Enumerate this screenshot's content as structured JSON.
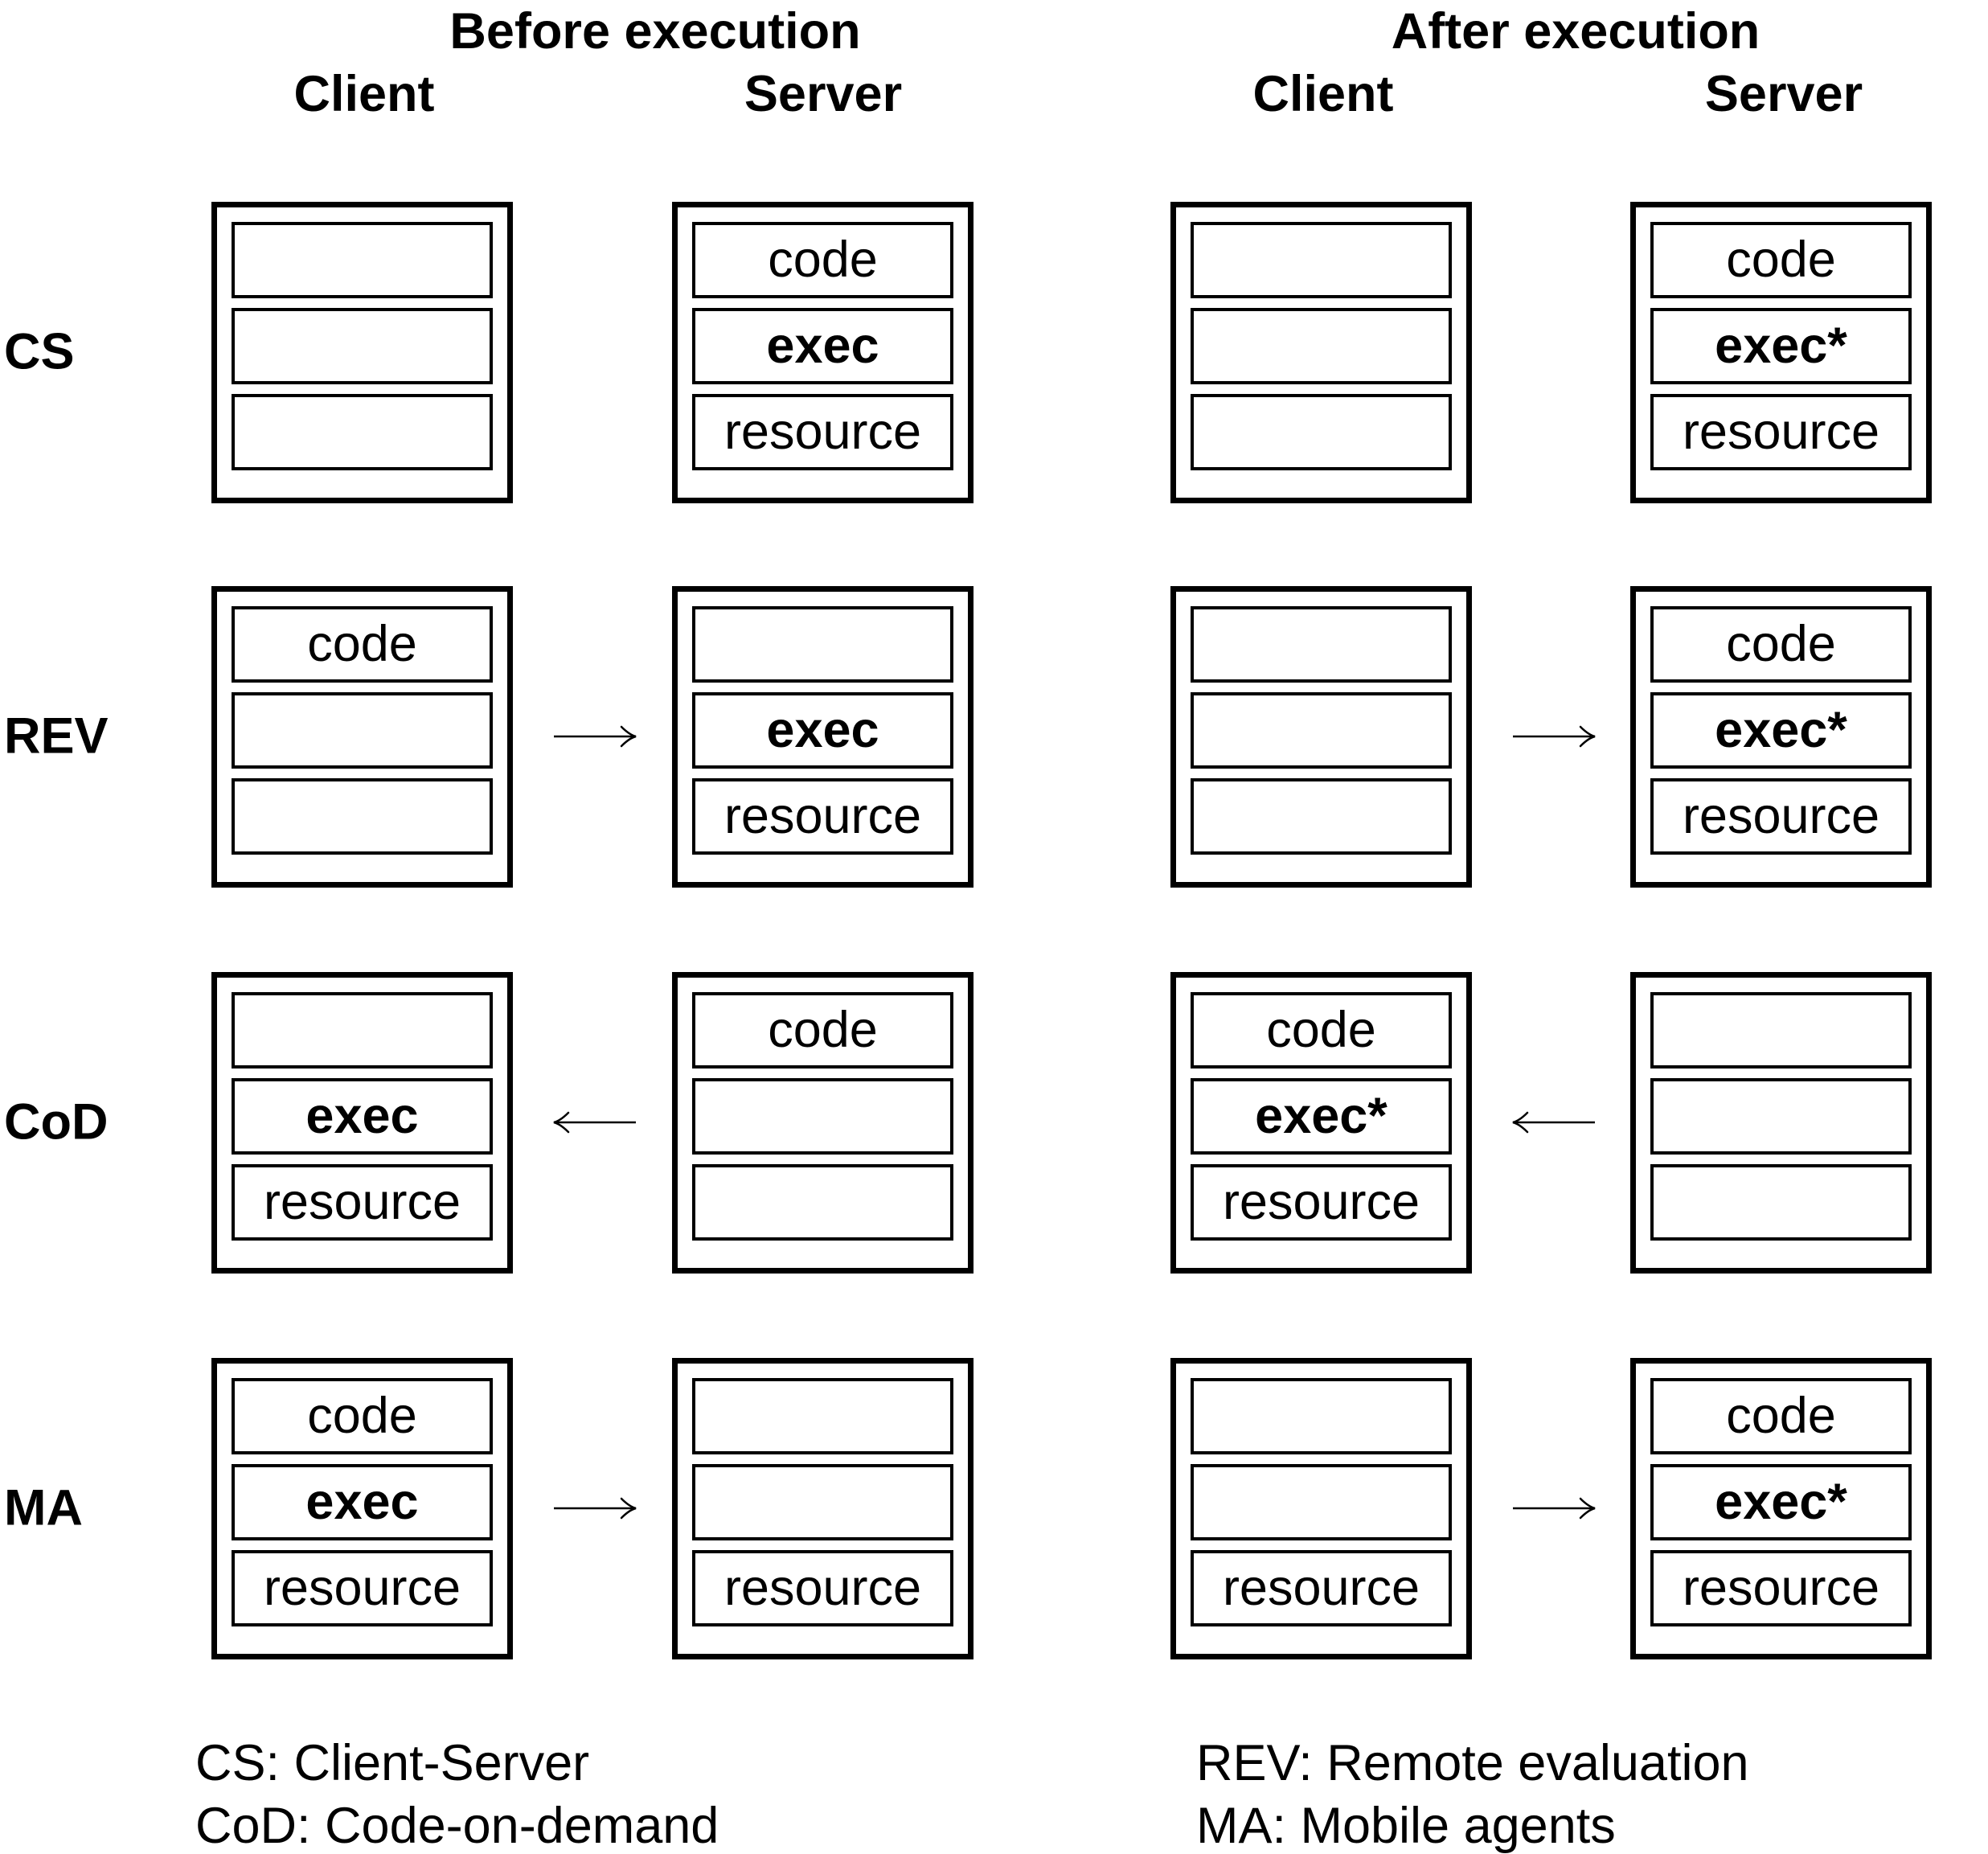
{
  "headers": {
    "before": "Before execution",
    "after": "After execution",
    "client": "Client",
    "server": "Server"
  },
  "rows": [
    {
      "label": "CS",
      "arrow": "none",
      "before_client": [
        "",
        "",
        ""
      ],
      "before_server": [
        "code",
        "exec",
        "resource"
      ],
      "after_client": [
        "",
        "",
        ""
      ],
      "after_server": [
        "code",
        "exec*",
        "resource"
      ]
    },
    {
      "label": "REV",
      "arrow": "right",
      "before_client": [
        "code",
        "",
        ""
      ],
      "before_server": [
        "",
        "exec",
        "resource"
      ],
      "after_client": [
        "",
        "",
        ""
      ],
      "after_server": [
        "code",
        "exec*",
        "resource"
      ]
    },
    {
      "label": "CoD",
      "arrow": "left",
      "before_client": [
        "",
        "exec",
        "resource"
      ],
      "before_server": [
        "code",
        "",
        ""
      ],
      "after_client": [
        "code",
        "exec*",
        "resource"
      ],
      "after_server": [
        "",
        "",
        ""
      ]
    },
    {
      "label": "MA",
      "arrow": "right",
      "before_client": [
        "code",
        "exec",
        "resource"
      ],
      "before_server": [
        "",
        "",
        "resource"
      ],
      "after_client": [
        "",
        "",
        "resource"
      ],
      "after_server": [
        "code",
        "exec*",
        "resource"
      ]
    }
  ],
  "legend": {
    "cs": "CS: Client-Server",
    "cod": "CoD: Code-on-demand",
    "rev": "REV: Remote evaluation",
    "ma": "MA: Mobile agents"
  }
}
